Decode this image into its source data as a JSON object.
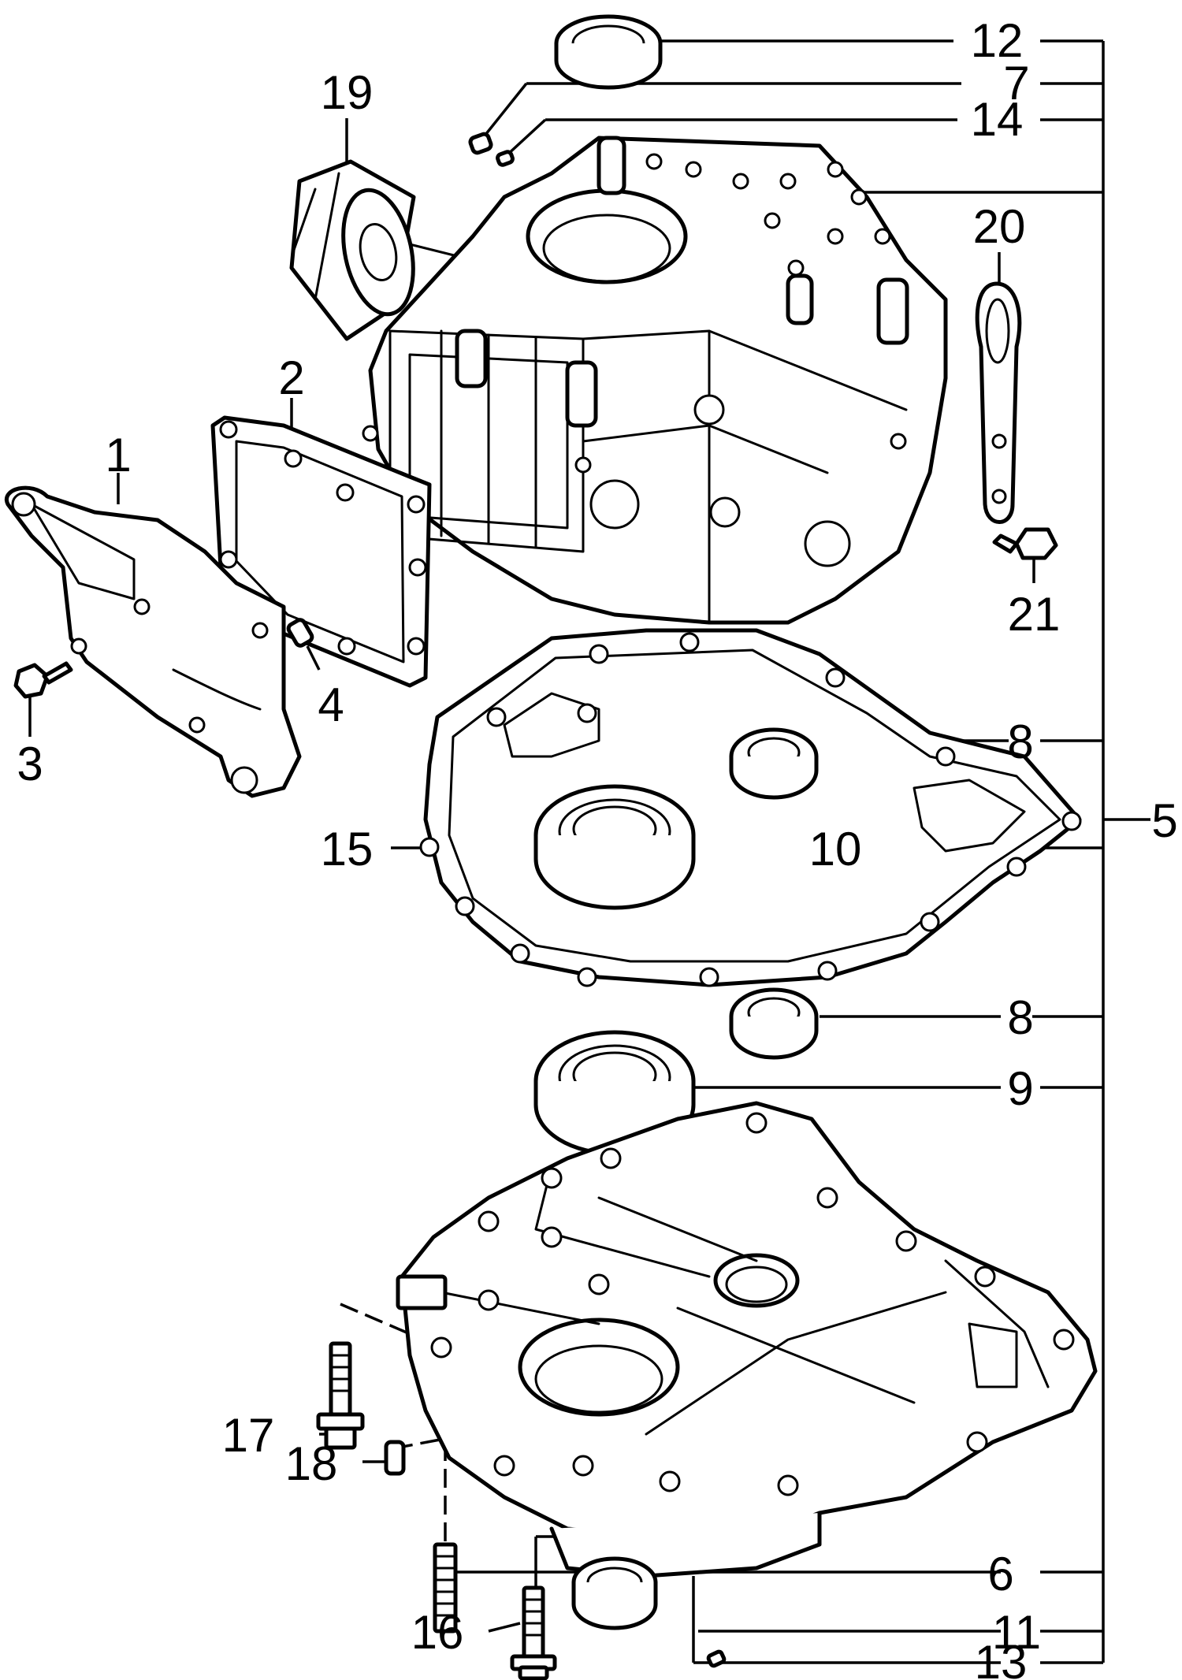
{
  "diagram": {
    "callouts": {
      "c1": "1",
      "c2": "2",
      "c3": "3",
      "c4": "4",
      "c5": "5",
      "c6": "6",
      "c7": "7",
      "c8a": "8",
      "c8b": "8",
      "c9": "9",
      "c10": "10",
      "c11": "11",
      "c12": "12",
      "c13": "13",
      "c14": "14",
      "c15": "15",
      "c16": "16",
      "c17": "17",
      "c18": "18",
      "c19": "19",
      "c20": "20",
      "c21": "21"
    }
  }
}
